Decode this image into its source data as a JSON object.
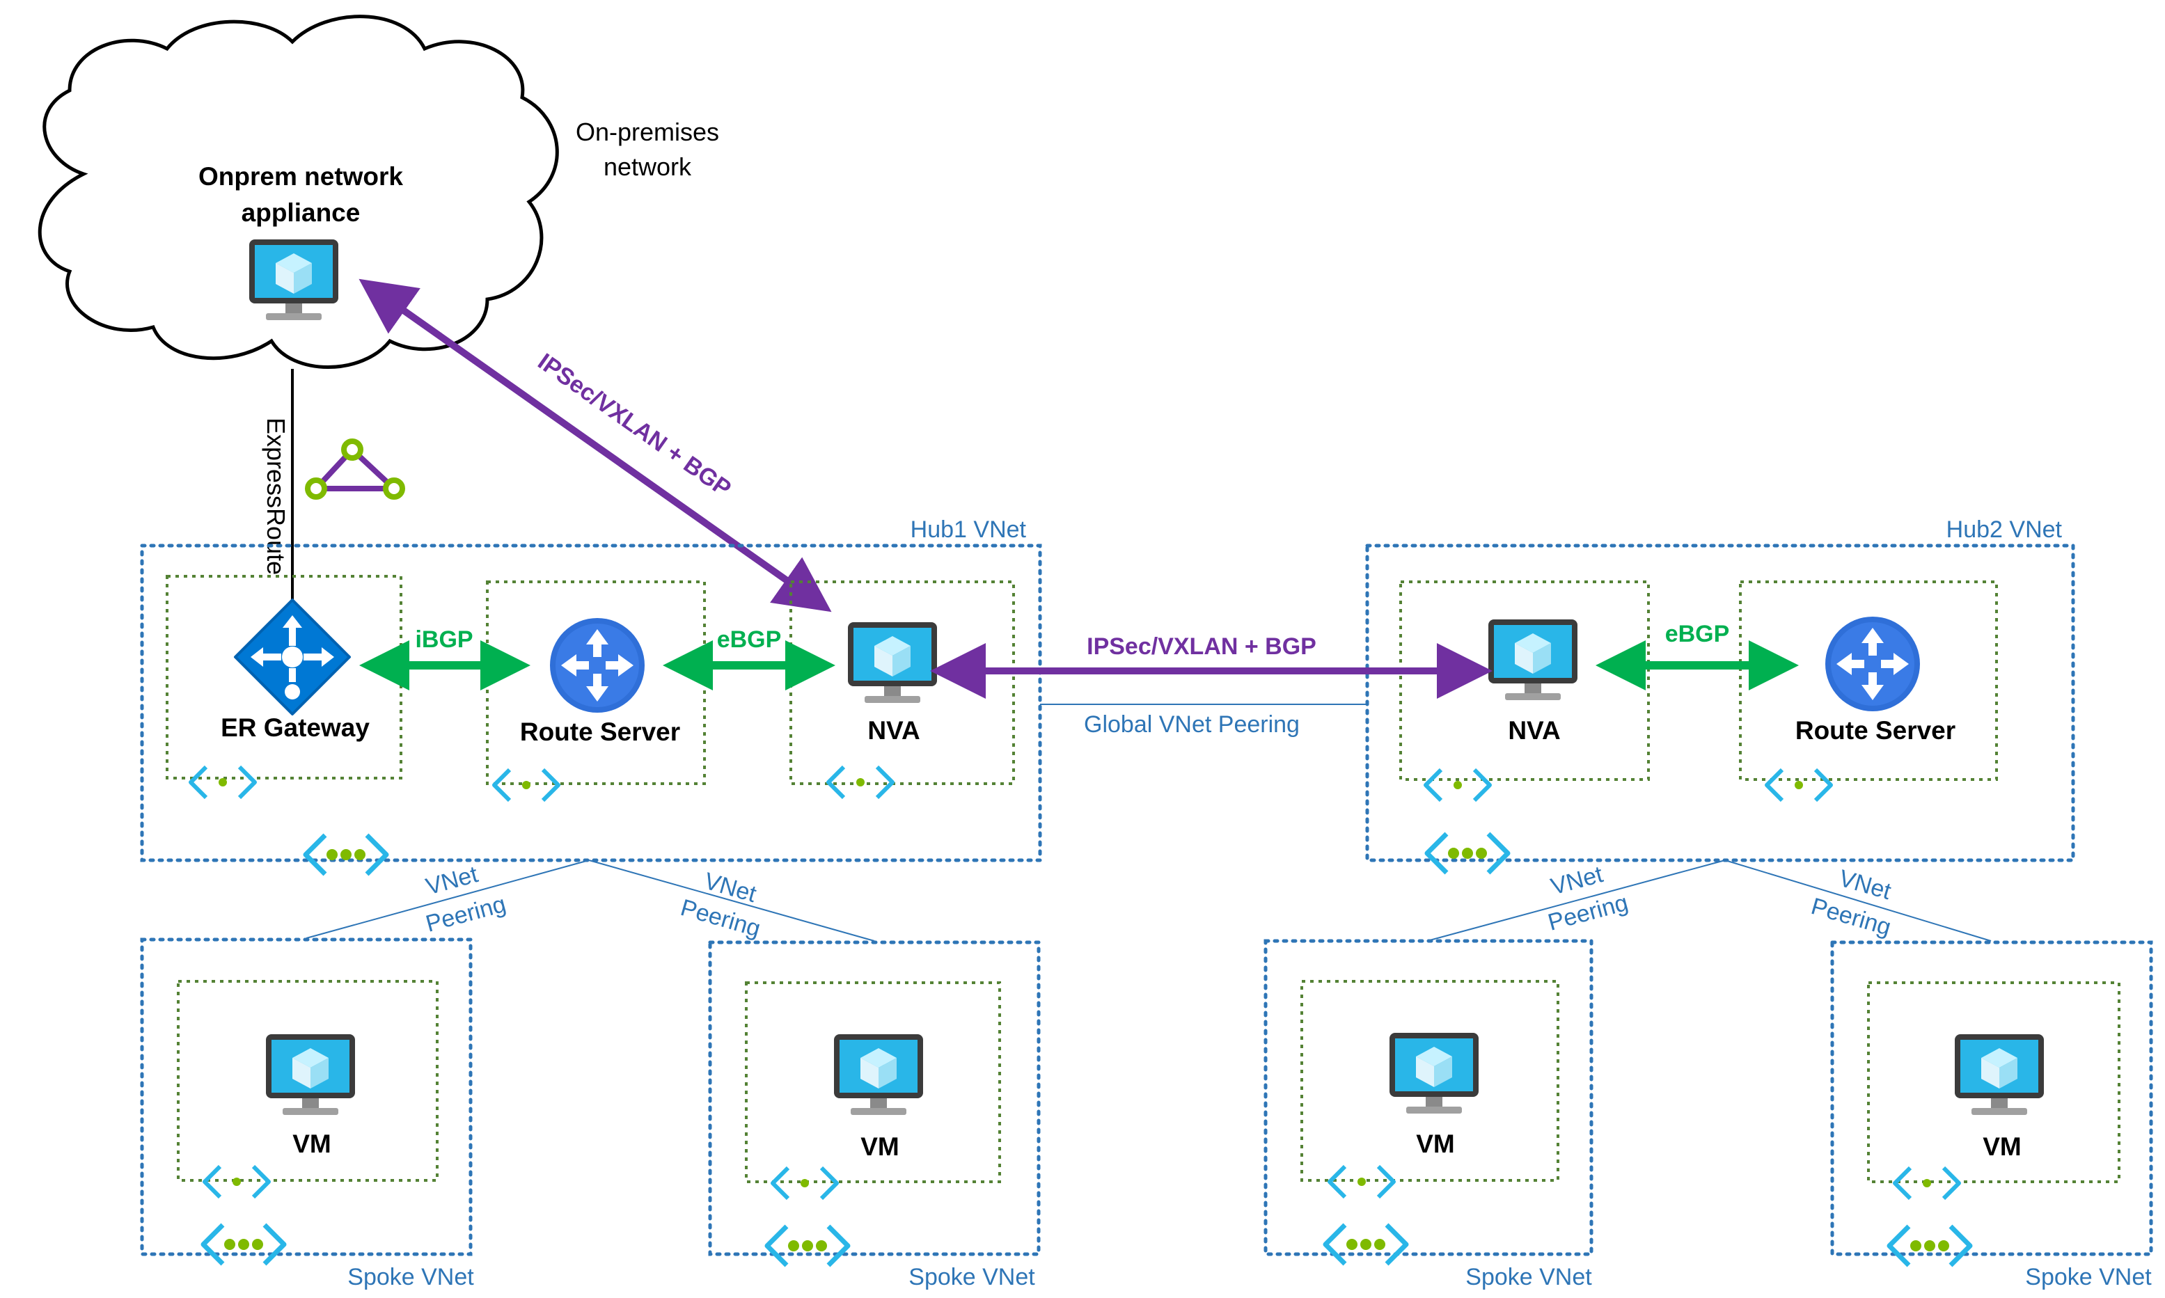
{
  "cloud": {
    "title_line1": "Onprem network",
    "title_line2": "appliance",
    "onprem_label_line1": "On-premises",
    "onprem_label_line2": "network"
  },
  "links": {
    "expressroute": "ExpressRoute",
    "ipsec_onprem": "IPSec/VXLAN + BGP",
    "ipsec_hubs": "IPSec/VXLAN + BGP",
    "global_peering": "Global VNet Peering",
    "ibgp": "iBGP",
    "ebgp_hub1": "eBGP",
    "ebgp_hub2": "eBGP"
  },
  "hub1": {
    "label": "Hub1 VNet",
    "er_gateway": "ER Gateway",
    "route_server": "Route Server",
    "nva": "NVA"
  },
  "hub2": {
    "label": "Hub2 VNet",
    "nva": "NVA",
    "route_server": "Route Server"
  },
  "peerings": [
    {
      "line1": "VNet",
      "line2": "Peering"
    },
    {
      "line1": "VNet",
      "line2": "Peering"
    },
    {
      "line1": "VNet",
      "line2": "Peering"
    },
    {
      "line1": "VNet",
      "line2": "Peering"
    }
  ],
  "spokes": [
    {
      "label": "Spoke VNet",
      "vm": "VM"
    },
    {
      "label": "Spoke VNet",
      "vm": "VM"
    },
    {
      "label": "Spoke VNet",
      "vm": "VM"
    },
    {
      "label": "Spoke VNet",
      "vm": "VM"
    }
  ],
  "colors": {
    "vnet_border": "#2E75B6",
    "subnet_border": "#548235",
    "ipsec": "#7030A0",
    "bgp": "#00B050",
    "vnet_label": "#2E75B6",
    "icon_blue": "#0078D4",
    "icon_cyan": "#29B6E8",
    "icon_green": "#7FBA00"
  }
}
